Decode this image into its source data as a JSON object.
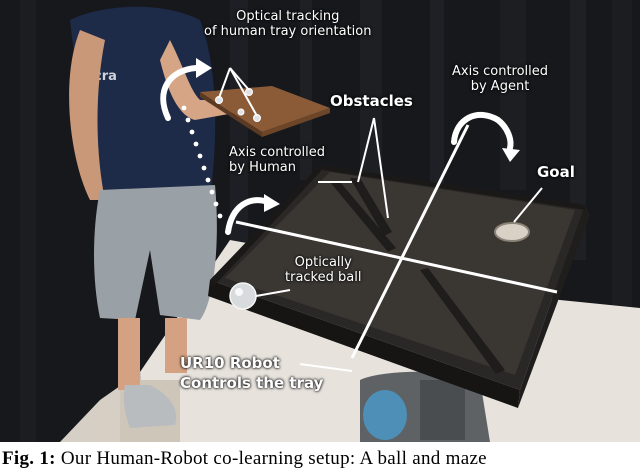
{
  "figure": {
    "labels": {
      "optical_tracking_line1": "Optical tracking",
      "optical_tracking_line2": "of human tray orientation",
      "obstacles": "Obstacles",
      "axis_agent_line1": "Axis controlled",
      "axis_agent_line2": "by Agent",
      "axis_human_line1": "Axis controlled",
      "axis_human_line2": "by Human",
      "goal": "Goal",
      "tracked_ball_line1": "Optically",
      "tracked_ball_line2": "tracked ball",
      "robot_line1": "UR10 Robot",
      "robot_line2": "Controls the tray"
    },
    "shirt_text": "cra",
    "colors": {
      "curtain": "#17181c",
      "shirt": "#1d2a48",
      "shorts": "#9aa1a6",
      "skin": "#d5a585",
      "tray": "#2a2826",
      "robot": "#4d8fb6",
      "table": "#e7e2dc",
      "floor": "#d8cfc4",
      "label_text": "#ffffff"
    }
  },
  "caption": {
    "label": "Fig. 1:",
    "text": "Our Human-Robot co-learning setup: A ball and maze"
  }
}
